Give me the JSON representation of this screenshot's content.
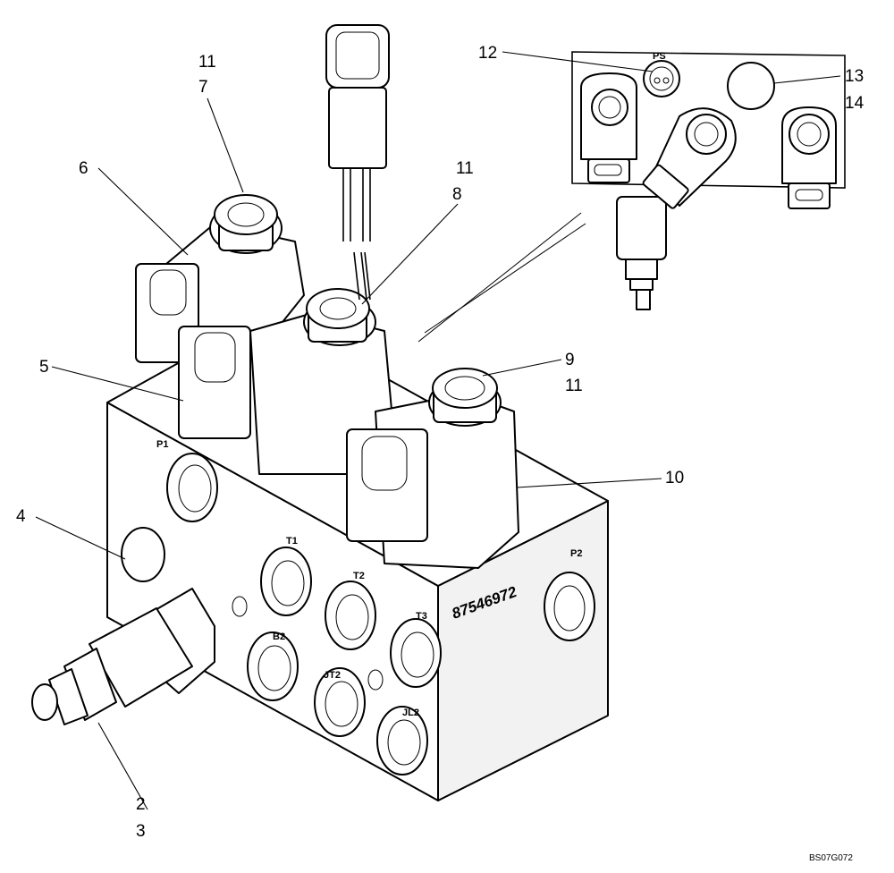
{
  "drawing": {
    "part_number": "87546972",
    "reference_code": "BS07G072",
    "callouts": {
      "c2": "2",
      "c3": "3",
      "c4": "4",
      "c5": "5",
      "c6": "6",
      "c7": "7",
      "c8": "8",
      "c9": "9",
      "c10": "10",
      "c11_a": "11",
      "c11_b": "11",
      "c11_c": "11",
      "c12": "12",
      "c13": "13",
      "c14": "14"
    },
    "ports": {
      "p1": "P1",
      "p2": "P2",
      "t1": "T1",
      "t2": "T2",
      "t3": "T3",
      "b2": "B2",
      "jt2": "JT2",
      "jl2": "JL2",
      "ps": "PS"
    }
  }
}
